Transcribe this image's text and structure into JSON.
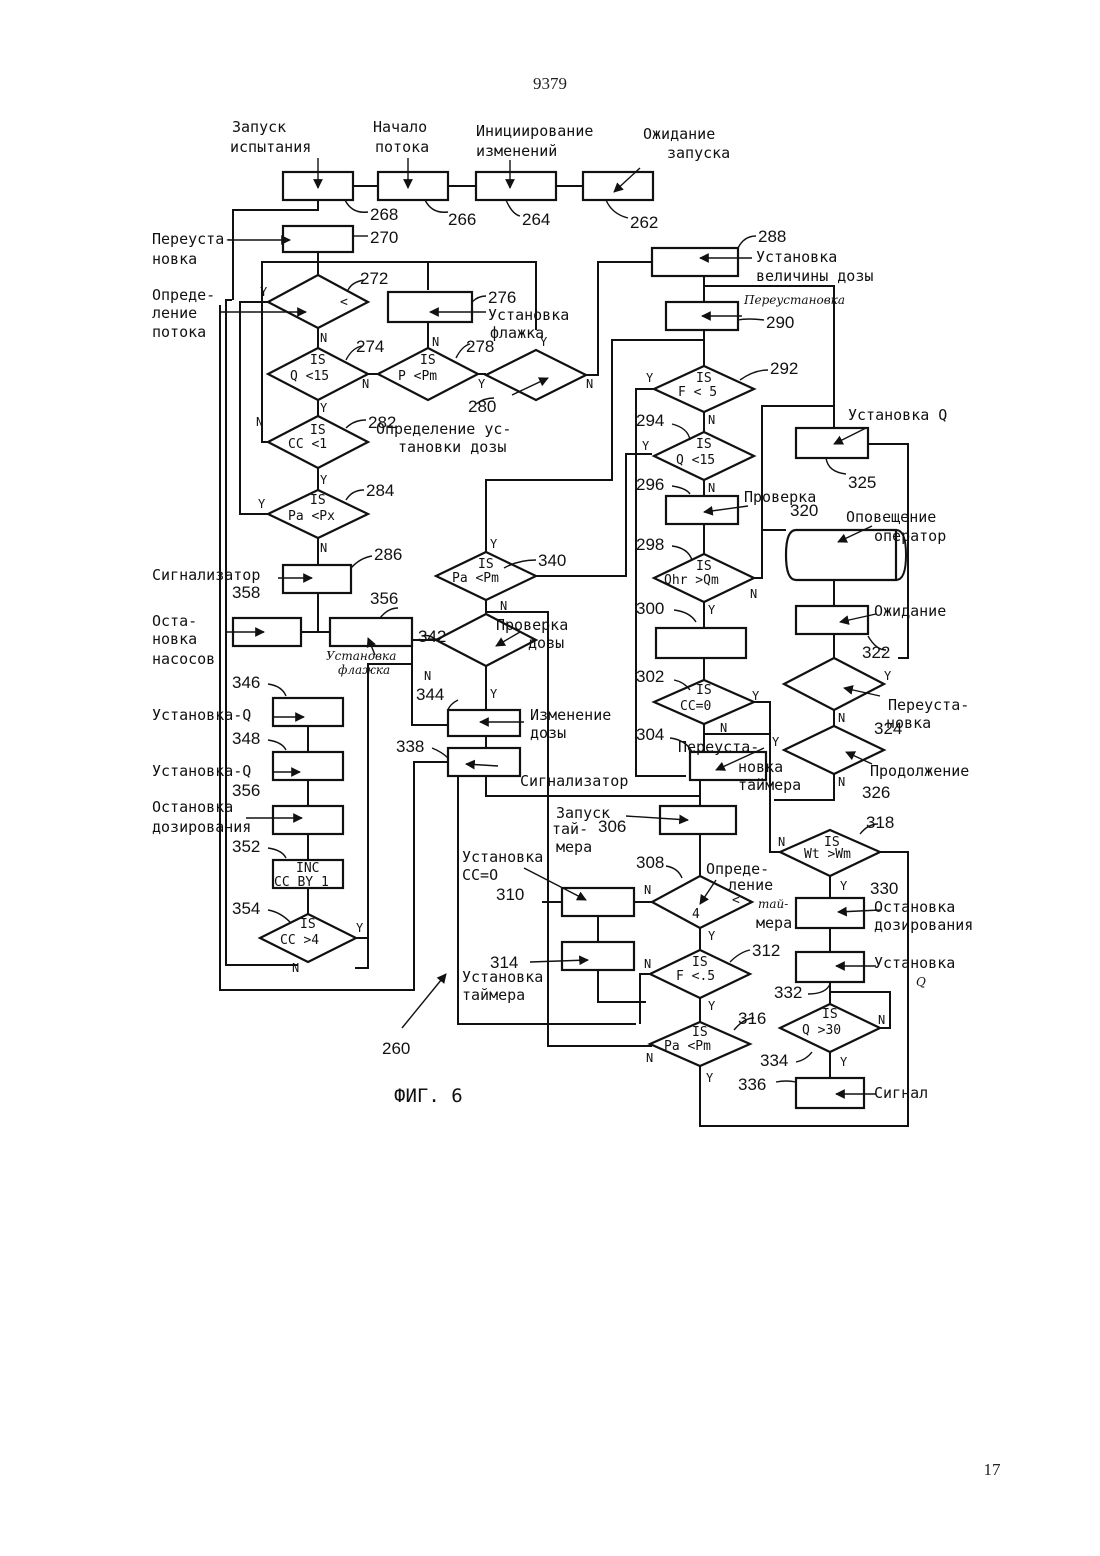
{
  "page": {
    "number": "9379",
    "sheet": "17"
  },
  "figure": {
    "caption": "ФИГ. 6",
    "ref": "260"
  },
  "labels": {
    "start_test": [
      "Запуск",
      "испытания"
    ],
    "flow_start": [
      "Начало",
      "потока"
    ],
    "init_changes": [
      "Инициирование",
      "изменений"
    ],
    "wait_start": [
      "Ожидание",
      "запуска"
    ],
    "reset_270": [
      "Переуста-",
      "новка"
    ],
    "flow_det": [
      "Опреде-",
      "ление",
      "потока"
    ],
    "set_flag_276": [
      "Установка",
      "флажка"
    ],
    "dose_setting": [
      "Определение ус-",
      "тановки дозы"
    ],
    "set_dose_value": [
      "Установка",
      "величины дозы"
    ],
    "reset_290": "Переустановка",
    "set_q_325": "Установка Q",
    "check_296": "Проверка",
    "notify_320": [
      "Оповещение",
      "оператор"
    ],
    "wait_322": "Ожидание",
    "reset_324": [
      "Переуста-",
      "новка"
    ],
    "continue_326": "Продолжение",
    "alarm_286": "Сигнализатор",
    "stop_pumps": [
      "Оста-",
      "новка",
      "насосов"
    ],
    "set_flag_356": [
      "Установка",
      "флажка"
    ],
    "dose_check": [
      "Проверка",
      "дозы"
    ],
    "dose_change": [
      "Изменение",
      "дозы"
    ],
    "alarm_338": "Сигнализатор",
    "set_q_346": "Установка-Q",
    "set_q_348": "Установка-Q",
    "stop_dosing_356": [
      "Остановка",
      "дозирования"
    ],
    "reset_timer": [
      "Переуста-",
      "новка",
      "таймера"
    ],
    "start_timer": [
      "Запуск",
      "тай-",
      "мера"
    ],
    "set_cc0": [
      "Установка",
      "CC=O"
    ],
    "timer_det": [
      "Опреде-",
      "ление",
      "тай-",
      "мера"
    ],
    "set_timer_314": [
      "Установка",
      "таймера"
    ],
    "stop_dosing_330": [
      "Остановка",
      "дозирования"
    ],
    "set_q_332": [
      "Установка",
      "Q"
    ],
    "signal_336": "Сигнал"
  },
  "conditions": {
    "d272": [
      "",
      "<"
    ],
    "d274": [
      "IS",
      "Q <15"
    ],
    "d278": [
      "IS",
      "P <Pm"
    ],
    "d282": [
      "IS",
      "CC <1"
    ],
    "d284": [
      "IS",
      "Pa <Px"
    ],
    "d292": [
      "IS",
      "F < 5"
    ],
    "d294": [
      "IS",
      "Q <15"
    ],
    "d298": [
      "IS",
      "Qhr >Qm"
    ],
    "d302": [
      "IS",
      "CC=0"
    ],
    "d340": [
      "IS",
      "Pa <Pm"
    ],
    "d354": [
      "IS",
      "CC >4"
    ],
    "d308": [
      "<",
      "4"
    ],
    "d312": [
      "IS",
      "F <.5"
    ],
    "d316": [
      "IS",
      "Pa <Pm"
    ],
    "d318": [
      "IS",
      "Wt >Wm"
    ],
    "d334": [
      "IS",
      "Q >30"
    ],
    "inc": [
      "INC",
      "CC BY 1"
    ]
  },
  "refs": [
    "262",
    "264",
    "266",
    "268",
    "270",
    "272",
    "274",
    "276",
    "278",
    "280",
    "282",
    "284",
    "286",
    "288",
    "290",
    "292",
    "294",
    "296",
    "298",
    "300",
    "302",
    "304",
    "306",
    "308",
    "310",
    "312",
    "314",
    "316",
    "318",
    "320",
    "322",
    "324",
    "325",
    "326",
    "330",
    "332",
    "334",
    "336",
    "338",
    "340",
    "342",
    "344",
    "346",
    "348",
    "352",
    "354",
    "356",
    "358"
  ]
}
